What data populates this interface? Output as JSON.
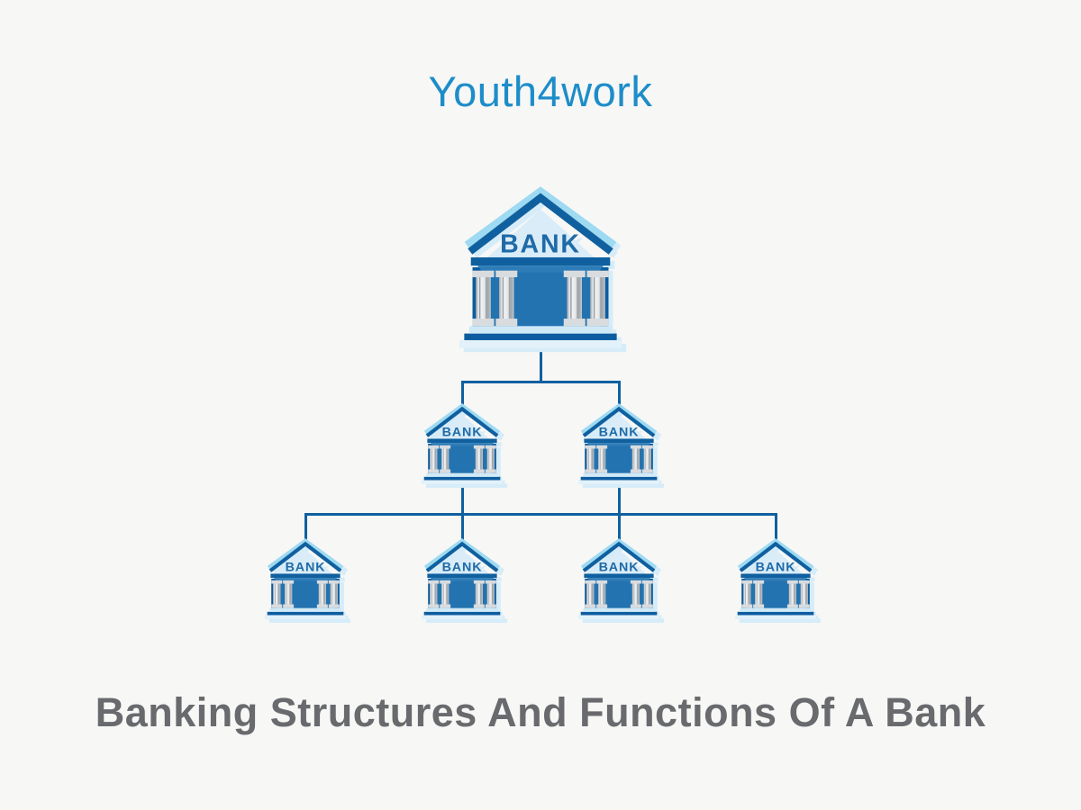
{
  "page": {
    "background": "#f7f7f6"
  },
  "header": {
    "brand": "Youth4work",
    "brand_color": "#1d8dc9"
  },
  "diagram": {
    "type": "org-hierarchy",
    "node_icon": "bank-building-icon",
    "line_color": "#10609f",
    "building_colors": {
      "dark_blue": "#10609f",
      "face_blue": "#2373b0",
      "pediment_light": "#d9ecf8",
      "roof_highlight": "#9edaf2",
      "column_gray": "#c6cacd",
      "shadow_blue": "#d6ecf8",
      "label_blue": "#1e6aa7"
    },
    "levels": [
      {
        "name": "head-office",
        "nodes": [
          {
            "label": "BANK"
          }
        ]
      },
      {
        "name": "branch-offices",
        "nodes": [
          {
            "label": "BANK"
          },
          {
            "label": "BANK"
          }
        ]
      },
      {
        "name": "sub-branches",
        "nodes": [
          {
            "label": "BANK"
          },
          {
            "label": "BANK"
          },
          {
            "label": "BANK"
          },
          {
            "label": "BANK"
          }
        ]
      }
    ]
  },
  "footer": {
    "caption": "Banking Structures And Functions Of A Bank",
    "caption_color": "#696a6d"
  }
}
